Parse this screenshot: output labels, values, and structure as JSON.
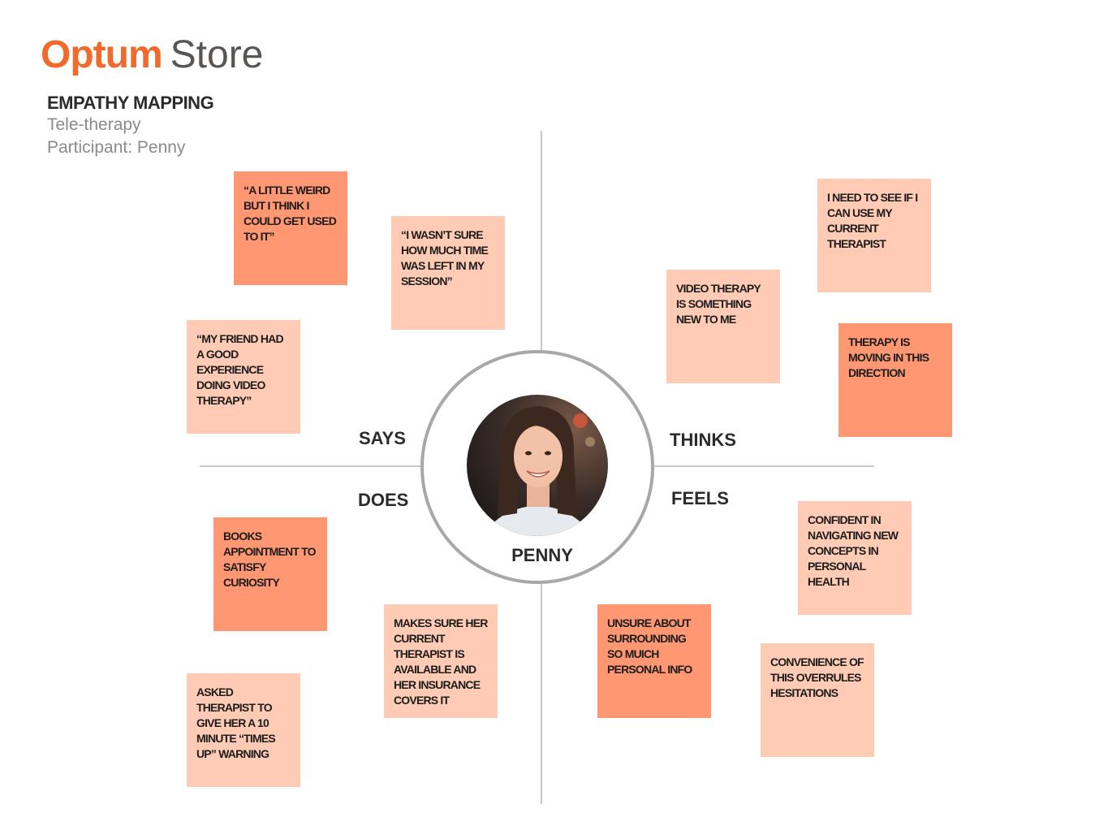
{
  "header": {
    "brand": "Optum",
    "product": "Store",
    "title": "EMPATHY MAPPING",
    "subtitle": "Tele-therapy",
    "participant": "Participant: Penny"
  },
  "persona": {
    "name": "PENNY",
    "avatar": "persona-photo"
  },
  "quadrants": {
    "says": "SAYS",
    "thinks": "THINKS",
    "does": "DOES",
    "feels": "FEELS"
  },
  "notes": {
    "says_1": "“A LITTLE WEIRD BUT I THINK I COULD GET USED TO IT”",
    "says_2": "“I WASN’T SURE HOW MUCH TIME WAS LEFT IN MY SESSION”",
    "says_3": "“MY FRIEND HAD A GOOD EXPERIENCE DOING VIDEO THERAPY”",
    "thinks_1": "I NEED TO SEE IF I CAN USE MY CURRENT THERAPIST",
    "thinks_2": "VIDEO THERAPY IS SOMETHING NEW TO ME",
    "thinks_3": "THERAPY IS MOVING IN THIS DIRECTION",
    "does_1": "BOOKS APPOINTMENT TO SATISFY CURIOSITY",
    "does_2": "MAKES SURE HER CURRENT THERAPIST IS AVAILABLE AND HER INSURANCE COVERS IT",
    "does_3": "ASKED THERAPIST TO GIVE HER A 10 MINUTE “TIMES UP” WARNING",
    "feels_1": "CONFIDENT IN NAVIGATING NEW CONCEPTS IN PERSONAL HEALTH",
    "feels_2": "UNSURE ABOUT SURROUNDING SO MUICH PERSONAL INFO",
    "feels_3": "CONVENIENCE OF THIS OVERRULES HESITATIONS"
  },
  "colors": {
    "brand_orange": "#f26a2b",
    "note_light": "#ffcbb5",
    "note_dark": "#ff9772",
    "axis": "#c8c8c8",
    "ring": "#a8a8a8"
  }
}
